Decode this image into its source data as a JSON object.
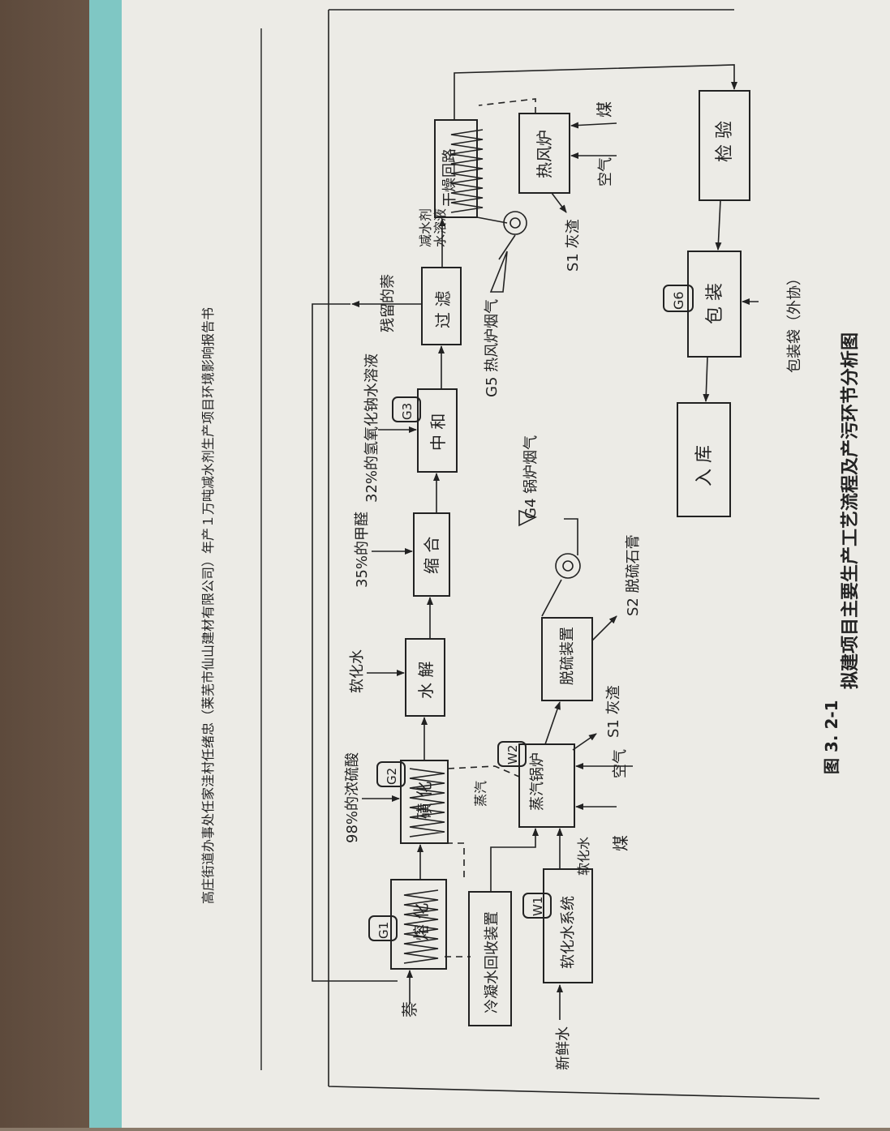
{
  "header": {
    "text": "高庄街道办事处任家洼村任绪忠（莱芜市仙山建材有限公司）年产１万吨减水剂生产项目环境影响报告书"
  },
  "caption": {
    "number": "图 3. 2-1",
    "title": "拟建项目主要生产工艺流程及产污环节分析图"
  },
  "process": {
    "melting": "熔 化",
    "sulfonation": "磺 化",
    "hydrolysis": "水 解",
    "condensation": "缩 合",
    "neutralization": "中 和",
    "filtration": "过 滤",
    "drum_dryer": "干燥回路",
    "hot_air_furnace": "热风炉",
    "inspection": "检 验",
    "packaging": "包 装",
    "storage": "入 库",
    "condensate_recovery": "冷凝水回收装置",
    "softening_system": "软化水系统",
    "steam_boiler": "蒸汽锅炉",
    "desulfurization": "脱硫装置"
  },
  "inputs": {
    "naphthalene": "萘",
    "fresh_water": "新鲜水",
    "sulfuric_acid": "98%的浓硫酸",
    "soft_water": "软化水",
    "formaldehyde": "35%的甲醛",
    "naoh": "32%的氢氧化钠水溶液",
    "coal_furnace": "煤",
    "air_furnace": "空气",
    "coal_boiler": "煤",
    "air_boiler": "空气",
    "packaging_bag": "包装袋（外协）"
  },
  "flows": {
    "residual_naphthalene": "残留的萘",
    "reducer_solution_1": "减水剂",
    "reducer_solution_2": "水溶液",
    "steam": "蒸汽",
    "soft_water_to_boiler": "软化水"
  },
  "emissions": {
    "G1": "G1",
    "G2": "G2",
    "G3": "G3",
    "G4": "G4 锅炉烟气",
    "G5": "G5 热风炉烟气",
    "G6": "G6",
    "W1": "W1",
    "W2": "W2",
    "S1_boiler": "S1 灰渣",
    "S1_furnace": "S1 灰渣",
    "S2": "S2 脱硫石膏"
  },
  "colors": {
    "paper": "#ecebe6",
    "ink": "#222222",
    "cover": "#7fc7c4"
  }
}
